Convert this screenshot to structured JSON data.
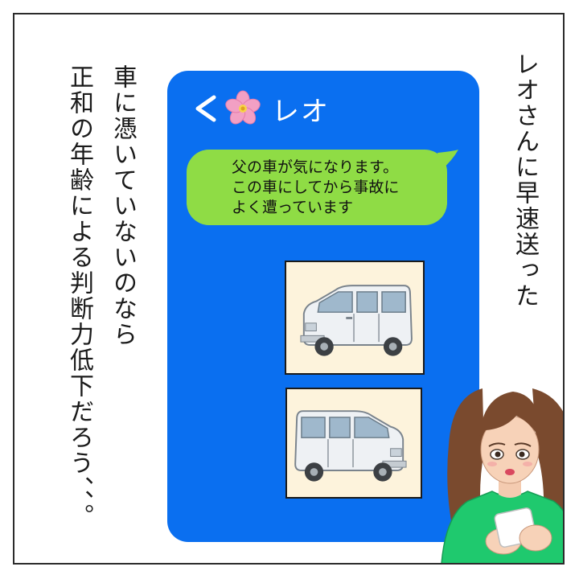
{
  "narration": {
    "left_line1": "車に憑いていないのなら",
    "left_line2": "正和の年齢による判断力低下だろう、、。",
    "right": "レオさんに早速送った"
  },
  "chat": {
    "contact_name": "レオ",
    "message_lines": [
      "父の車が気になります。",
      "この車にしてから事故に",
      "よく遭っています"
    ]
  },
  "colors": {
    "phone_screen": "#0a6ff0",
    "bubble": "#8fdc45",
    "card_bg": "#fdf3dc",
    "shirt": "#1fc96e"
  },
  "icons": [
    "back-chevron-icon",
    "cherry-blossom-icon",
    "van-image",
    "woman-with-phone-illustration"
  ]
}
